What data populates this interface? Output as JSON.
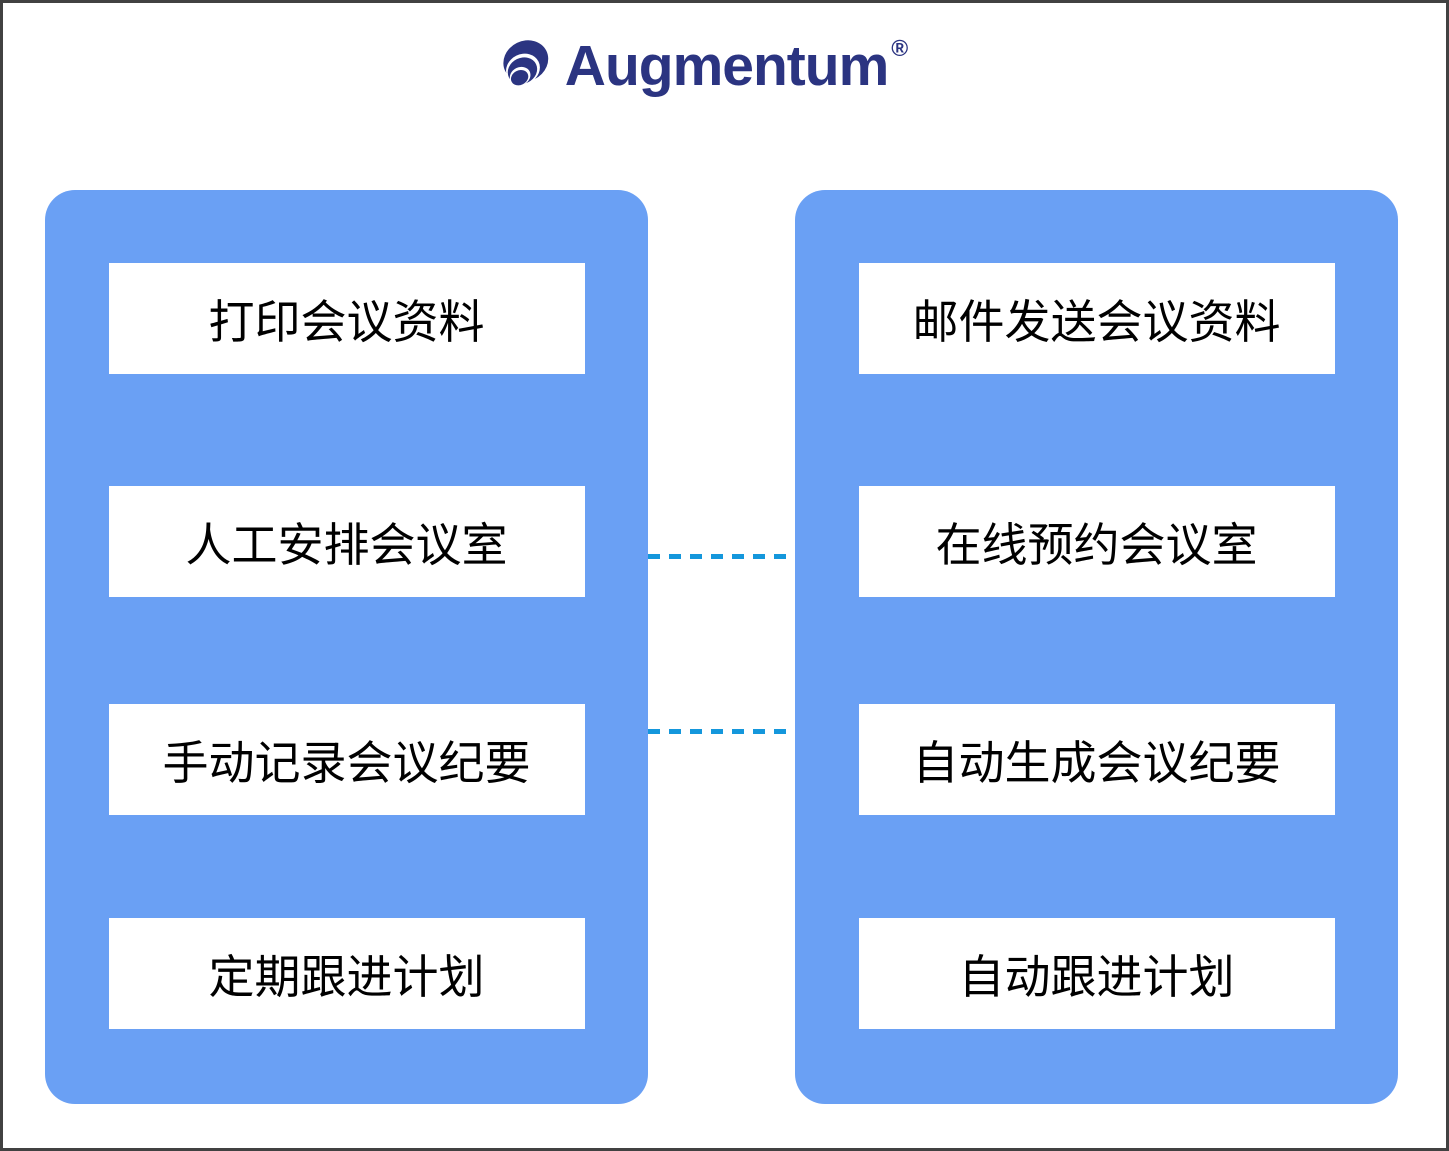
{
  "logo": {
    "text": "Augmentum",
    "registered_mark": "®",
    "icon": "swirl-shell-icon"
  },
  "colors": {
    "panel_blue": "#6AA0F4",
    "logo_navy": "#2B3481",
    "connector_blue": "#1497DC",
    "frame_border": "#414141",
    "box_background": "#FFFFFF",
    "box_text": "#000000"
  },
  "left_panel": {
    "items": [
      {
        "label": "打印会议资料"
      },
      {
        "label": "人工安排会议室"
      },
      {
        "label": "手动记录会议纪要"
      },
      {
        "label": "定期跟进计划"
      }
    ]
  },
  "right_panel": {
    "items": [
      {
        "label": "邮件发送会议资料"
      },
      {
        "label": "在线预约会议室"
      },
      {
        "label": "自动生成会议纪要"
      },
      {
        "label": "自动跟进计划"
      }
    ]
  },
  "connectors": [
    {
      "between": "人工安排会议室 ↔ 在线预约会议室",
      "style": "dashed"
    },
    {
      "between": "手动记录会议纪要 ↔ 自动生成会议纪要",
      "style": "dashed"
    }
  ]
}
